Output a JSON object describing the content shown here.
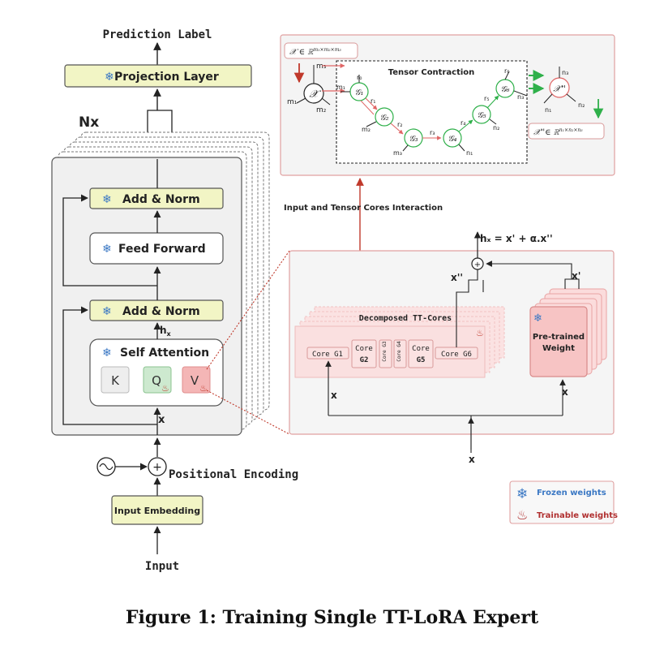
{
  "left": {
    "prediction_label": "Prediction Label",
    "projection_layer": "Projection Layer",
    "nx": "Nx",
    "add_norm_top": "Add & Norm",
    "feed_forward": "Feed Forward",
    "add_norm_bottom": "Add & Norm",
    "hx": "h",
    "hx_sub": "x",
    "self_attention": "Self Attention",
    "k": "K",
    "q": "Q",
    "v": "V",
    "x_label": "x",
    "positional_encoding": "Positional Encoding",
    "input_embedding": "Input Embedding",
    "input": "Input"
  },
  "top_panel": {
    "tensor_contraction": "Tensor Contraction",
    "x_def": "𝒳 ∈ ℝ",
    "x_def_sup": "m₁×m₂×m₃",
    "x_sym": "𝒳",
    "m3": "m₃",
    "m1": "m₁",
    "m2": "m₂",
    "r0": "r₀",
    "g1_m1": "m₁",
    "g1": "𝒢₁",
    "r1": "r₁",
    "g2": "𝒢₂",
    "g2_m2": "m₂",
    "r2": "r₂",
    "g3": "𝒢₃",
    "g3_m3": "m₃",
    "r3": "r₃",
    "g4": "𝒢₄",
    "g4_n1": "n₁",
    "r4": "r₄",
    "g5": "𝒢₅",
    "g5_n2": "n₂",
    "r5": "r₅",
    "g6": "𝒢₆",
    "g6_n3": "n₃",
    "r6": "r₆",
    "xpp_sym": "𝒳''",
    "out_n3": "n₃",
    "out_n1": "n₁",
    "out_n2": "n₂",
    "xpp_def": "𝒳''∈ ℝ",
    "xpp_def_sup": "n₁×n₂×n₃"
  },
  "interaction_label": "Input and Tensor Cores Interaction",
  "bottom_panel": {
    "hx_eq": "hₓ = x' + α.x''",
    "xpp": "x''",
    "xp": "x'",
    "decomposed": "Decomposed TT-Cores",
    "core_g1": "Core G1",
    "core_g2_a": "Core",
    "core_g2_b": "G2",
    "core_g3": "Core G3",
    "core_g4": "Core G4",
    "core_g5_a": "Core",
    "core_g5_b": "G5",
    "core_g6": "Core G6",
    "pretrained_a": "Pre-trained",
    "pretrained_b": "Weight",
    "x_left": "x",
    "x_right": "x",
    "x_bottom": "x"
  },
  "legend": {
    "frozen": "Frozen weights",
    "trainable": "Trainable weights"
  },
  "caption": "Figure 1: Training Single TT-LoRA Expert",
  "colors": {
    "yellow_box": "#f2f5c5",
    "red_panel_bg": "#fbf1f1",
    "red_border": "#d99a9a",
    "dark_red": "#c0392b",
    "green_core": "#3a9a4a",
    "frozen_blue": "#3b78c4",
    "trainable_red": "#b03030"
  }
}
